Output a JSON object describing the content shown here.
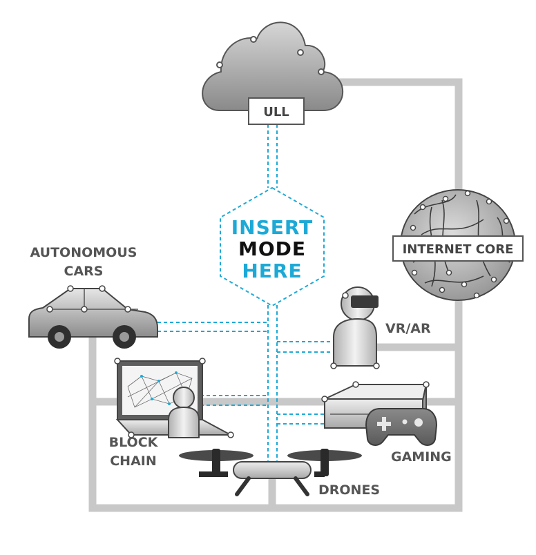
{
  "nodes": {
    "cloud": {
      "label": "ULL"
    },
    "center": {
      "line1": "INSERT",
      "line2": "MODE",
      "line3": "HERE"
    },
    "internet_core": {
      "label": "INTERNET CORE"
    },
    "cars": {
      "line1": "AUTONOMOUS",
      "line2": "CARS"
    },
    "vr": {
      "label": "VR/AR"
    },
    "blockchain": {
      "line1": "BLOCK",
      "line2": "CHAIN"
    },
    "gaming": {
      "label": "GAMING"
    },
    "drones": {
      "label": "DRONES"
    }
  },
  "colors": {
    "accent": "#1da9d6",
    "wire": "#c8c8c8",
    "label": "#555555",
    "logo": "#111111",
    "device_dark": "#6e6e6e",
    "device_light": "#d7d7d7"
  }
}
